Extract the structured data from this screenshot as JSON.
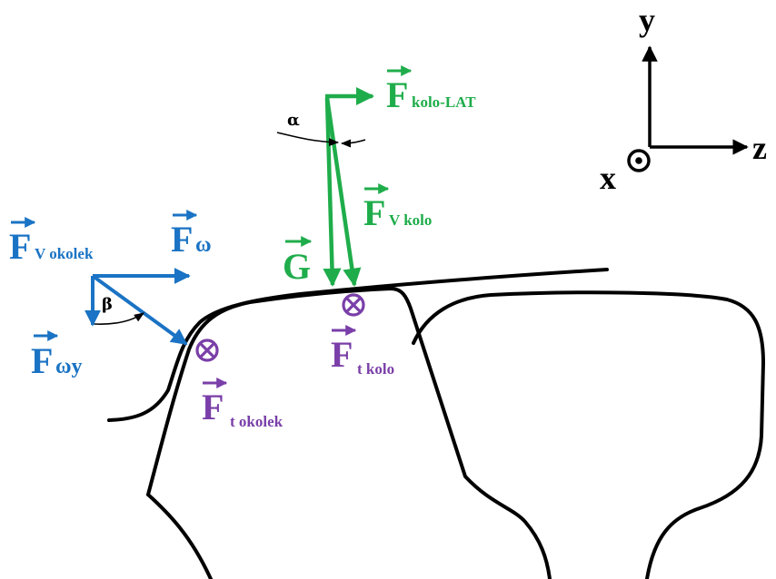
{
  "colors": {
    "blue": "#1a73c4",
    "green": "#1fad4b",
    "purple": "#7a3fa8",
    "black": "#000000"
  },
  "axes": {
    "y": "y",
    "z": "z",
    "x": "x"
  },
  "forces": {
    "f_kolo_lat": {
      "main": "F",
      "sub": "kolo-LAT"
    },
    "f_v_kolo": {
      "main": "F",
      "sub": "V kolo"
    },
    "g": {
      "main": "G",
      "sub": ""
    },
    "f_v_okolek": {
      "main": "F",
      "sub": "V okolek"
    },
    "f_omega": {
      "main": "F",
      "sub": "ω"
    },
    "f_omega_y": {
      "main": "F",
      "sub": "ωy"
    },
    "f_t_kolo": {
      "main": "F",
      "sub": "t kolo"
    },
    "f_t_okolek": {
      "main": "F",
      "sub": "t okolek"
    }
  },
  "angles": {
    "alpha": "α",
    "beta": "β"
  },
  "icons": [
    "out-of-page-symbol",
    "into-page-symbol"
  ]
}
